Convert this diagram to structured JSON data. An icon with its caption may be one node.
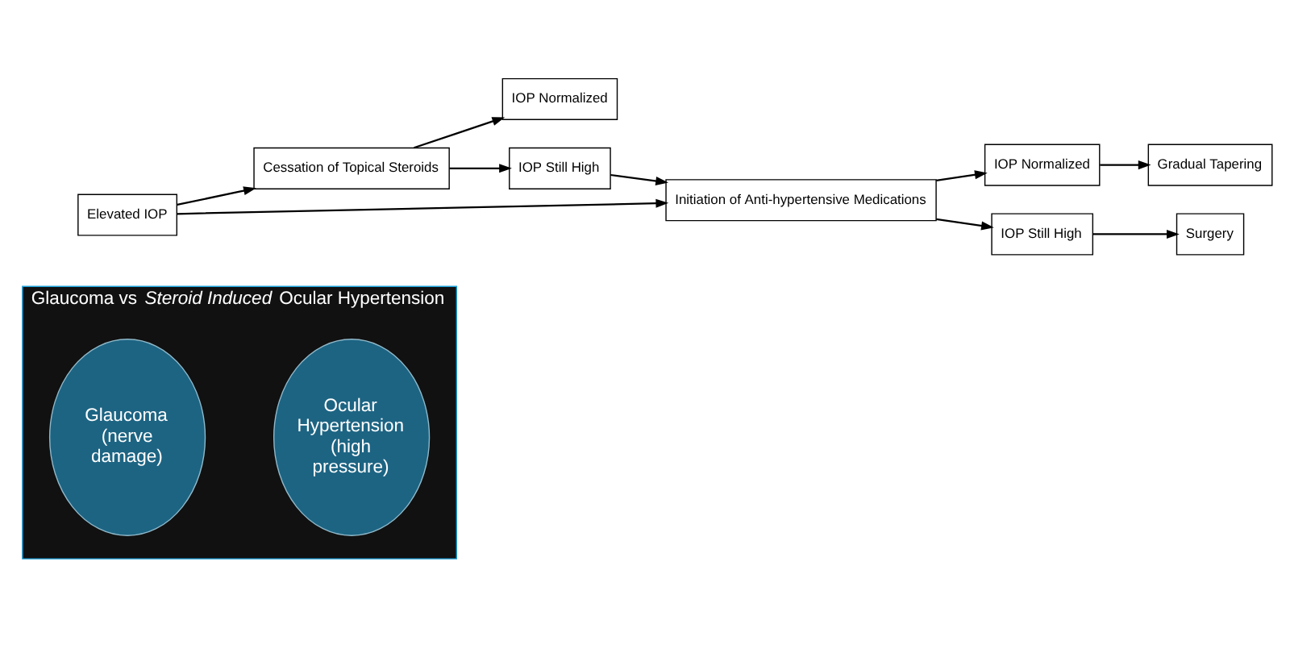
{
  "diagram": {
    "nodes": [
      {
        "text": [
          "Glaucoma vs *Steroid Induced* Ocular Hypertension"
        ]
      },
      {
        "text": [
          "Glaucoma (nerve damage)"
        ],
        "in": 0
      },
      {
        "text": [
          "Ocular Hypertension (high pressure)"
        ],
        "in": 0
      },
      {
        "text": [
          "Elevated IOP"
        ]
      },
      {
        "text": [
          "Cessation of Topical Steroids"
        ]
      },
      {
        "text": [
          "IOP Normalized"
        ]
      },
      {
        "text": [
          "IOP Still High"
        ]
      },
      {
        "text": [
          "Initiation of Anti-hypertensive Medications"
        ]
      },
      {
        "text": [
          "IOP Normalized"
        ]
      },
      {
        "text": [
          "Gradual Tapering"
        ]
      },
      {
        "text": [
          "IOP Still High"
        ]
      },
      {
        "text": [
          "Surgery"
        ]
      }
    ],
    "edges": [
      {
        "from": 3,
        "to": 4,
        "arrow": "to"
      },
      {
        "from": 3,
        "to": 7,
        "arrow": "to"
      },
      {
        "from": 4,
        "to": 5,
        "arrow": "to"
      },
      {
        "from": 4,
        "to": 6,
        "arrow": "to"
      },
      {
        "from": 6,
        "to": 7,
        "arrow": "to"
      },
      {
        "from": 7,
        "to": 8,
        "arrow": "to"
      },
      {
        "from": 7,
        "to": 10,
        "arrow": "to"
      },
      {
        "from": 8,
        "to": 9,
        "arrow": "to"
      },
      {
        "from": 10,
        "to": 11,
        "arrow": "to"
      }
    ]
  }
}
